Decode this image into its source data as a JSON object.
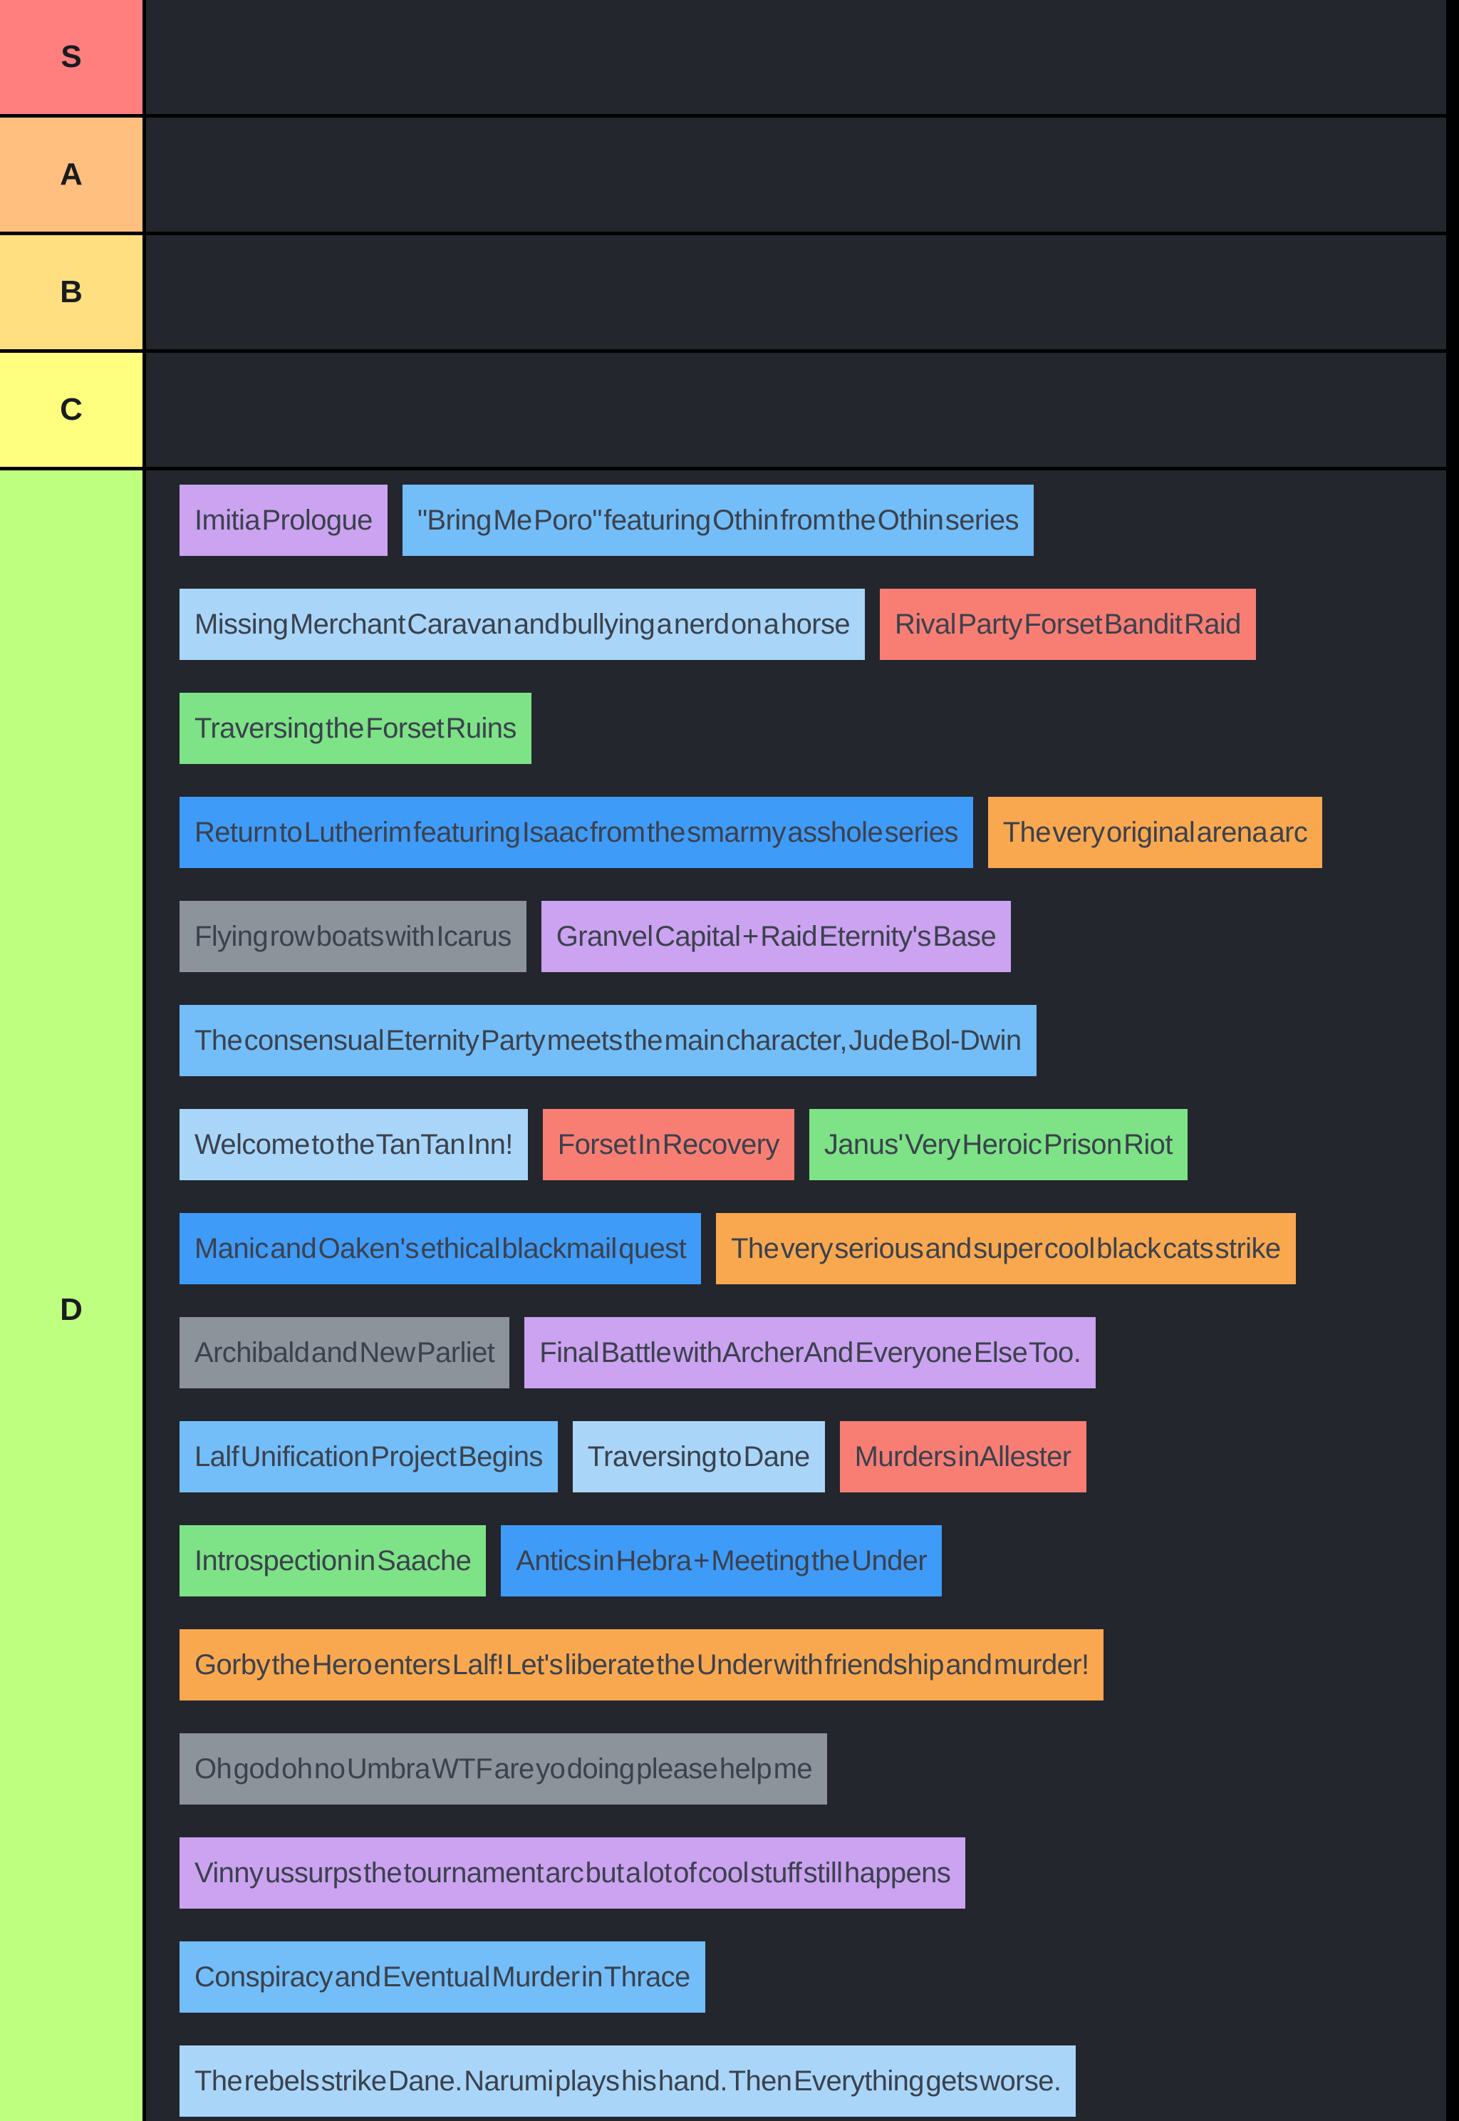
{
  "app": {
    "name": "tier-list-maker"
  },
  "colors": {
    "page_background": "#000000",
    "row_background": "#23262d",
    "item_text": "#3b414d",
    "tier_label_text": "#191c1f"
  },
  "palette": {
    "purple": "#cba3f0",
    "sky_blue": "#73bef8",
    "pale_blue": "#a9d6f8",
    "blue": "#3f9bf8",
    "salmon": "#f87e74",
    "green": "#7de386",
    "orange": "#f9a84f",
    "gray": "#8d939b"
  },
  "tiers": [
    {
      "label": "S",
      "color": "#ff7f7f",
      "rows": []
    },
    {
      "label": "A",
      "color": "#ffbf7f",
      "rows": []
    },
    {
      "label": "B",
      "color": "#ffdf7f",
      "rows": []
    },
    {
      "label": "C",
      "color": "#ffff7f",
      "rows": []
    },
    {
      "label": "D",
      "color": "#bfff7f",
      "rows": [
        [
          {
            "label": "Imitia Prologue",
            "color": "purple"
          },
          {
            "label": "\"Bring Me Poro\" featuring Othin from the Othin series",
            "color": "sky_blue"
          }
        ],
        [
          {
            "label": "Missing Merchant Caravan and bullying a nerd on a horse",
            "color": "pale_blue"
          },
          {
            "label": "Rival Party Forset Bandit Raid",
            "color": "salmon"
          }
        ],
        [
          {
            "label": "Traversing the Forset Ruins",
            "color": "green"
          }
        ],
        [
          {
            "label": "Return to Lutherim featuring Isaac from the smarmy asshole series",
            "color": "blue"
          },
          {
            "label": "The very original arena arc",
            "color": "orange"
          }
        ],
        [
          {
            "label": "Flying row boats with Icarus",
            "color": "gray"
          },
          {
            "label": "Granvel Capital + Raid Eternity's Base",
            "color": "purple"
          }
        ],
        [
          {
            "label": "The consensual Eternity Party meets the main character, Jude Bol-Dwin",
            "color": "sky_blue"
          }
        ],
        [
          {
            "label": "Welcome to the TanTan Inn!",
            "color": "pale_blue"
          },
          {
            "label": "Forset In Recovery",
            "color": "salmon"
          },
          {
            "label": "Janus' Very Heroic Prison Riot",
            "color": "green"
          }
        ],
        [
          {
            "label": "Manic and Oaken's ethical blackmail quest",
            "color": "blue"
          },
          {
            "label": "The very serious and super cool black cats strike",
            "color": "orange"
          }
        ],
        [
          {
            "label": "Archibald and New Parliet",
            "color": "gray"
          },
          {
            "label": "Final Battle with Archer And Everyone Else Too.",
            "color": "purple"
          }
        ],
        [
          {
            "label": "Lalf Unification Project Begins",
            "color": "sky_blue"
          },
          {
            "label": "Traversing to Dane",
            "color": "pale_blue"
          },
          {
            "label": "Murders in Allester",
            "color": "salmon"
          }
        ],
        [
          {
            "label": "Introspection in Saache",
            "color": "green"
          },
          {
            "label": "Antics in Hebra + Meeting the Under",
            "color": "blue"
          }
        ],
        [
          {
            "label": "Gorby the Hero enters Lalf! Let's liberate the Under with friendship and murder!",
            "color": "orange"
          }
        ],
        [
          {
            "label": "Oh god oh no Umbra WTF are yo doing please help me",
            "color": "gray"
          }
        ],
        [
          {
            "label": "Vinny ussurps the tournament arc but a lot of cool stuff still happens",
            "color": "purple"
          }
        ],
        [
          {
            "label": "Conspiracy and Eventual Murder in Thrace",
            "color": "sky_blue"
          }
        ],
        [
          {
            "label": "The rebels strike Dane. Narumi plays his hand. Then Everything gets worse.",
            "color": "pale_blue"
          }
        ]
      ]
    }
  ]
}
